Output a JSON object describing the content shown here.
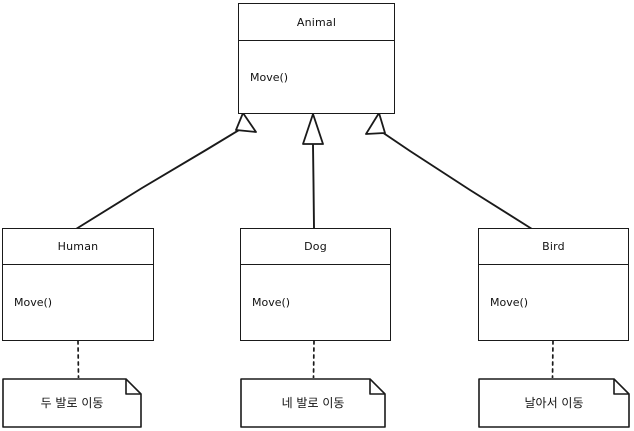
{
  "diagram": {
    "kind": "uml-class-diagram",
    "style": "hand-drawn-sketch",
    "stroke_color": "#1a1a1a",
    "background_color": "#ffffff",
    "classes": [
      {
        "id": "animal",
        "name": "Animal",
        "methods": [
          "Move()"
        ],
        "method_label": "Move()"
      },
      {
        "id": "human",
        "name": "Human",
        "methods": [
          "Move()"
        ],
        "method_label": "Move()"
      },
      {
        "id": "dog",
        "name": "Dog",
        "methods": [
          "Move()"
        ],
        "method_label": "Move()"
      },
      {
        "id": "bird",
        "name": "Bird",
        "methods": [
          "Move()"
        ],
        "method_label": "Move()"
      }
    ],
    "notes": [
      {
        "id": "note-human",
        "text": "두 발로 이동",
        "attached_to": "human"
      },
      {
        "id": "note-dog",
        "text": "네 발로 이동",
        "attached_to": "dog"
      },
      {
        "id": "note-bird",
        "text": "날아서 이동",
        "attached_to": "bird"
      }
    ],
    "relations": [
      {
        "type": "generalization",
        "from": "human",
        "to": "animal",
        "arrowhead": "hollow-triangle"
      },
      {
        "type": "generalization",
        "from": "dog",
        "to": "animal",
        "arrowhead": "hollow-triangle"
      },
      {
        "type": "generalization",
        "from": "bird",
        "to": "animal",
        "arrowhead": "hollow-triangle"
      },
      {
        "type": "note-link",
        "from": "note-human",
        "to": "human",
        "line": "dotted"
      },
      {
        "type": "note-link",
        "from": "note-dog",
        "to": "dog",
        "line": "dotted"
      },
      {
        "type": "note-link",
        "from": "note-bird",
        "to": "bird",
        "line": "dotted"
      }
    ]
  }
}
